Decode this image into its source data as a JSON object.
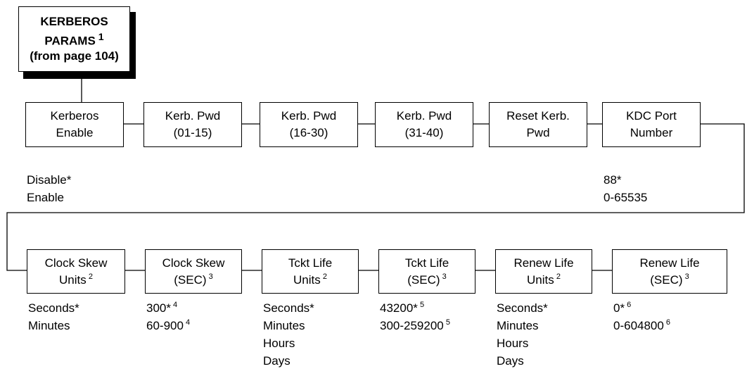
{
  "title": {
    "lines": [
      {
        "text": "KERBEROS",
        "sup": ""
      },
      {
        "text": "PARAMS",
        "sup": "1"
      },
      {
        "text": "(from page 104)",
        "sup": ""
      }
    ]
  },
  "row1": [
    {
      "id": "kerberos-enable",
      "lines": [
        {
          "text": "Kerberos",
          "sup": ""
        },
        {
          "text": "Enable",
          "sup": ""
        }
      ],
      "options": [
        {
          "text": "Disable*",
          "sup": ""
        },
        {
          "text": "Enable",
          "sup": ""
        }
      ]
    },
    {
      "id": "kerb-pwd-01-15",
      "lines": [
        {
          "text": "Kerb. Pwd",
          "sup": ""
        },
        {
          "text": "(01-15)",
          "sup": ""
        }
      ],
      "options": []
    },
    {
      "id": "kerb-pwd-16-30",
      "lines": [
        {
          "text": "Kerb. Pwd",
          "sup": ""
        },
        {
          "text": "(16-30)",
          "sup": ""
        }
      ],
      "options": []
    },
    {
      "id": "kerb-pwd-31-40",
      "lines": [
        {
          "text": "Kerb. Pwd",
          "sup": ""
        },
        {
          "text": "(31-40)",
          "sup": ""
        }
      ],
      "options": []
    },
    {
      "id": "reset-kerb-pwd",
      "lines": [
        {
          "text": "Reset Kerb.",
          "sup": ""
        },
        {
          "text": "Pwd",
          "sup": ""
        }
      ],
      "options": []
    },
    {
      "id": "kdc-port-number",
      "lines": [
        {
          "text": "KDC Port",
          "sup": ""
        },
        {
          "text": "Number",
          "sup": ""
        }
      ],
      "options": [
        {
          "text": "88*",
          "sup": ""
        },
        {
          "text": "0-65535",
          "sup": ""
        }
      ]
    }
  ],
  "row2": [
    {
      "id": "clock-skew-units",
      "lines": [
        {
          "text": "Clock Skew",
          "sup": ""
        },
        {
          "text": "Units",
          "sup": "2"
        }
      ],
      "options": [
        {
          "text": "Seconds*",
          "sup": ""
        },
        {
          "text": "Minutes",
          "sup": ""
        }
      ]
    },
    {
      "id": "clock-skew-sec",
      "lines": [
        {
          "text": "Clock Skew",
          "sup": ""
        },
        {
          "text": "(SEC)",
          "sup": "3"
        }
      ],
      "options": [
        {
          "text": "300*",
          "sup": "4"
        },
        {
          "text": "60-900",
          "sup": "4"
        }
      ]
    },
    {
      "id": "tckt-life-units",
      "lines": [
        {
          "text": "Tckt Life",
          "sup": ""
        },
        {
          "text": "Units",
          "sup": "2"
        }
      ],
      "options": [
        {
          "text": "Seconds*",
          "sup": ""
        },
        {
          "text": "Minutes",
          "sup": ""
        },
        {
          "text": "Hours",
          "sup": ""
        },
        {
          "text": "Days",
          "sup": ""
        }
      ]
    },
    {
      "id": "tckt-life-sec",
      "lines": [
        {
          "text": "Tckt Life",
          "sup": ""
        },
        {
          "text": "(SEC)",
          "sup": "3"
        }
      ],
      "options": [
        {
          "text": "43200*",
          "sup": "5"
        },
        {
          "text": "300-259200",
          "sup": "5"
        }
      ]
    },
    {
      "id": "renew-life-units",
      "lines": [
        {
          "text": "Renew Life",
          "sup": ""
        },
        {
          "text": "Units",
          "sup": "2"
        }
      ],
      "options": [
        {
          "text": "Seconds*",
          "sup": ""
        },
        {
          "text": "Minutes",
          "sup": ""
        },
        {
          "text": "Hours",
          "sup": ""
        },
        {
          "text": "Days",
          "sup": ""
        }
      ]
    },
    {
      "id": "renew-life-sec",
      "lines": [
        {
          "text": "Renew Life",
          "sup": ""
        },
        {
          "text": "(SEC)",
          "sup": "3"
        }
      ],
      "options": [
        {
          "text": "0*",
          "sup": "6"
        },
        {
          "text": "0-604800",
          "sup": "6"
        }
      ]
    }
  ]
}
